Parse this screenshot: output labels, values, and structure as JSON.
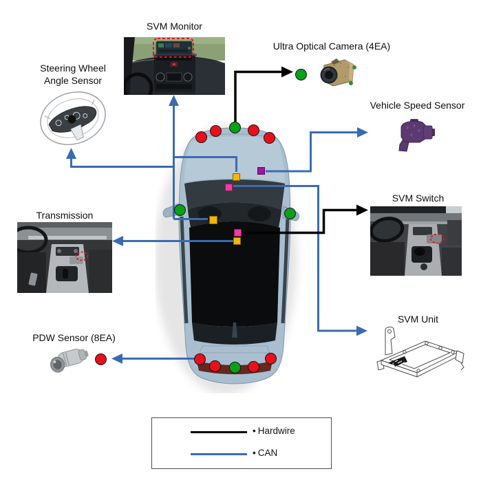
{
  "labels": {
    "svm_monitor": "SVM Monitor",
    "steering_wheel_line1": "Steering Wheel",
    "steering_wheel_line2": "Angle Sensor",
    "ultra_optical_camera": "Ultra Optical Camera (4EA)",
    "vehicle_speed_sensor": "Vehicle Speed Sensor",
    "svm_switch": "SVM Switch",
    "transmission": "Transmission",
    "svm_unit": "SVM Unit",
    "pdw_sensor": "PDW Sensor (8EA)"
  },
  "legend": {
    "items": [
      {
        "bullet": "•",
        "label": "Hardwire",
        "color": "#000000",
        "type": "hardwire"
      },
      {
        "bullet": "•",
        "label": "CAN",
        "color": "#3a6bb2",
        "type": "can"
      }
    ]
  },
  "colors": {
    "can": "#3a6bb2",
    "hardwire": "#000000",
    "camera_green": "#0aa018",
    "pdw_red": "#e8101a",
    "node_yellow": "#f2b705",
    "node_pink": "#f03ba0",
    "node_purple": "#a112a1"
  },
  "connections": [
    {
      "type": "hardwire",
      "from": "front-camera-dot",
      "to": "ultra-optical-camera"
    },
    {
      "type": "hardwire",
      "from": "console-pink-node",
      "to": "svm-switch"
    },
    {
      "type": "can",
      "from": "can-trunk",
      "to": "svm-monitor"
    },
    {
      "type": "can",
      "from": "can-trunk",
      "to": "steering-wheel-angle-sensor"
    },
    {
      "type": "can",
      "from": "can-trunk",
      "to": "front-yellow-node"
    },
    {
      "type": "can",
      "from": "can-trunk",
      "to": "dash-yellow-node"
    },
    {
      "type": "can",
      "from": "front-purple-node",
      "to": "vehicle-speed-sensor"
    },
    {
      "type": "can",
      "from": "windshield-pink-node",
      "to": "svm-unit"
    },
    {
      "type": "can",
      "from": "console-yellow-node",
      "to": "transmission"
    },
    {
      "type": "can",
      "from": "rear-left-pdw-dot",
      "to": "pdw-sensor"
    }
  ]
}
